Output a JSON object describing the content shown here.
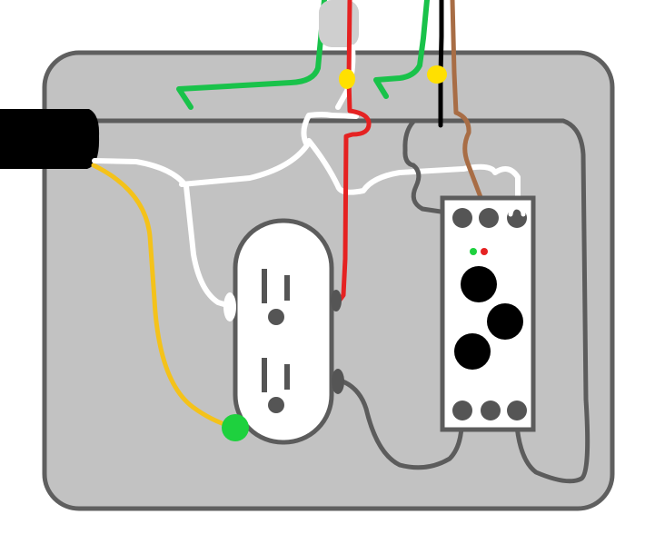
{
  "colors": {
    "background": "#ffffff",
    "box_fill": "#c2c2c2",
    "box_border": "#5f5f5f",
    "cable_jacket": "#000000",
    "ground_wire": "#19c24a",
    "hot_wire_red": "#e52222",
    "hot_wire_black": "#000000",
    "hot_wire_brown": "#a86d45",
    "neutral_wire": "#ffffff",
    "bond_wire_yellow": "#f4c21a",
    "wire_connector": "#ffe000",
    "ground_screw": "#1ed13e",
    "jumper_wire": "#5c5c5c",
    "device_outline": "#5c5c5c",
    "indicator_green": "#1ed13e",
    "indicator_red": "#e52222",
    "button_fill": "#000000"
  },
  "components": {
    "junction_box": {
      "icon": "junction-box-icon"
    },
    "incoming_cable": {
      "icon": "cable-icon"
    },
    "receptacle": {
      "icon": "duplex-outlet-icon",
      "outlets": 2
    },
    "smart_switch": {
      "icon": "smart-switch-icon",
      "indicators": [
        "green",
        "red"
      ],
      "buttons": 3,
      "top_terminals": 3,
      "bottom_terminals": 3
    },
    "wire_nuts": {
      "icon": "wire-nut-icon",
      "count": 2
    },
    "ground_screw": {
      "icon": "ground-screw-icon"
    }
  }
}
